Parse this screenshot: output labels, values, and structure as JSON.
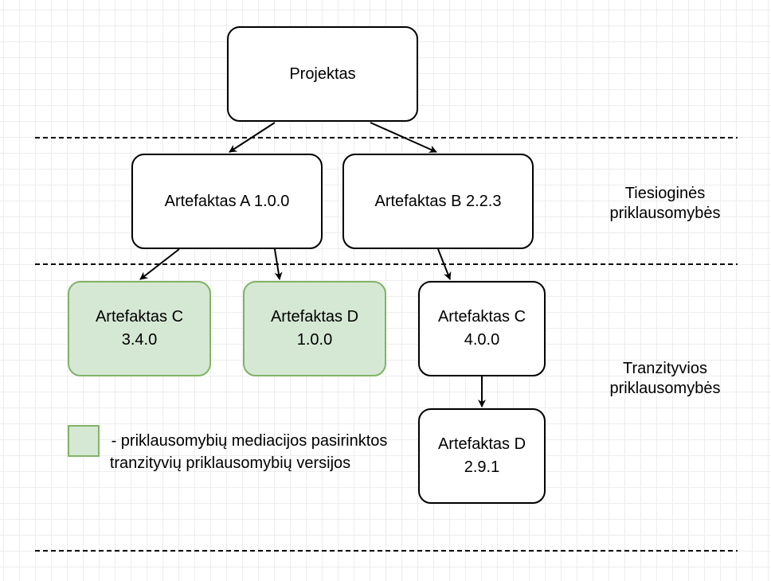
{
  "nodes": {
    "projektas": "Projektas",
    "artefaktas_a": "Artefaktas A 1.0.0",
    "artefaktas_b": "Artefaktas B 2.2.3",
    "artefaktas_c_340": "Artefaktas C\n3.4.0",
    "artefaktas_d_100": "Artefaktas D\n1.0.0",
    "artefaktas_c_400": "Artefaktas C\n4.0.0",
    "artefaktas_d_291": "Artefaktas D\n2.9.1"
  },
  "labels": {
    "direct": "Tiesioginės\npriklausomybės",
    "transitive": "Tranzityvios\npriklausomybės"
  },
  "legend": {
    "text": "- priklausomybių mediacijos pasirinktos tranzityvių priklausomybių versijos"
  },
  "colors": {
    "mediated_fill": "#d5e8d4",
    "mediated_border": "#82b366",
    "node_border": "#000000"
  }
}
